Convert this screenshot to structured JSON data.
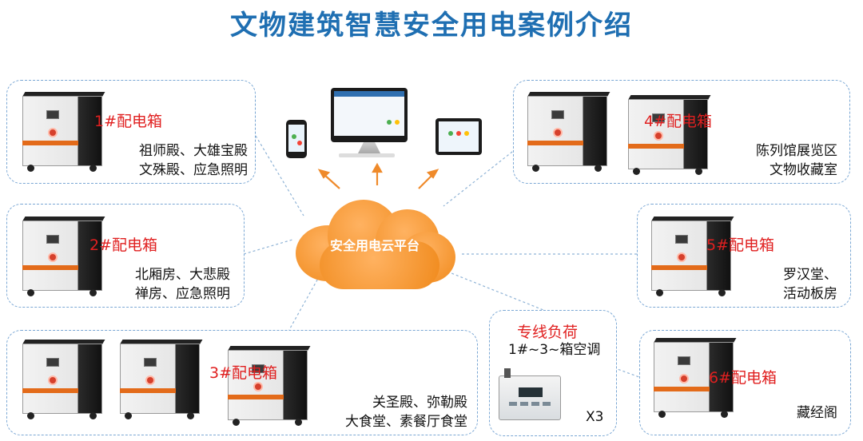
{
  "title": "文物建筑智慧安全用电案例介绍",
  "cloud": {
    "label": "安全用电云平台"
  },
  "groups": [
    {
      "box_label": "1#配电箱",
      "lines": [
        "祖师殿、大雄宝殿",
        "文殊殿、应急照明"
      ]
    },
    {
      "box_label": "2#配电箱",
      "lines": [
        "北厢房、大悲殿",
        "禅房、应急照明"
      ]
    },
    {
      "box_label": "3#配电箱",
      "lines": [
        "关圣殿、弥勒殿",
        "大食堂、素餐厅食堂"
      ]
    },
    {
      "box_label": "4#配电箱",
      "lines": [
        "陈列馆展览区",
        "文物收藏室"
      ]
    },
    {
      "box_label": "5#配电箱",
      "lines": [
        "罗汉堂、",
        "活动板房"
      ]
    },
    {
      "box_label": "6#配电箱",
      "lines": [
        "藏经阁"
      ]
    }
  ],
  "dedicated": {
    "title": "专线负荷",
    "subtitle": "1#~3~箱空调",
    "count": "X3"
  },
  "colors": {
    "title": "#1f6fb2",
    "label": "#e02020",
    "cloud": "#f08a1c",
    "border": "#7aa7d4",
    "arrow": "#ef8a2a"
  }
}
